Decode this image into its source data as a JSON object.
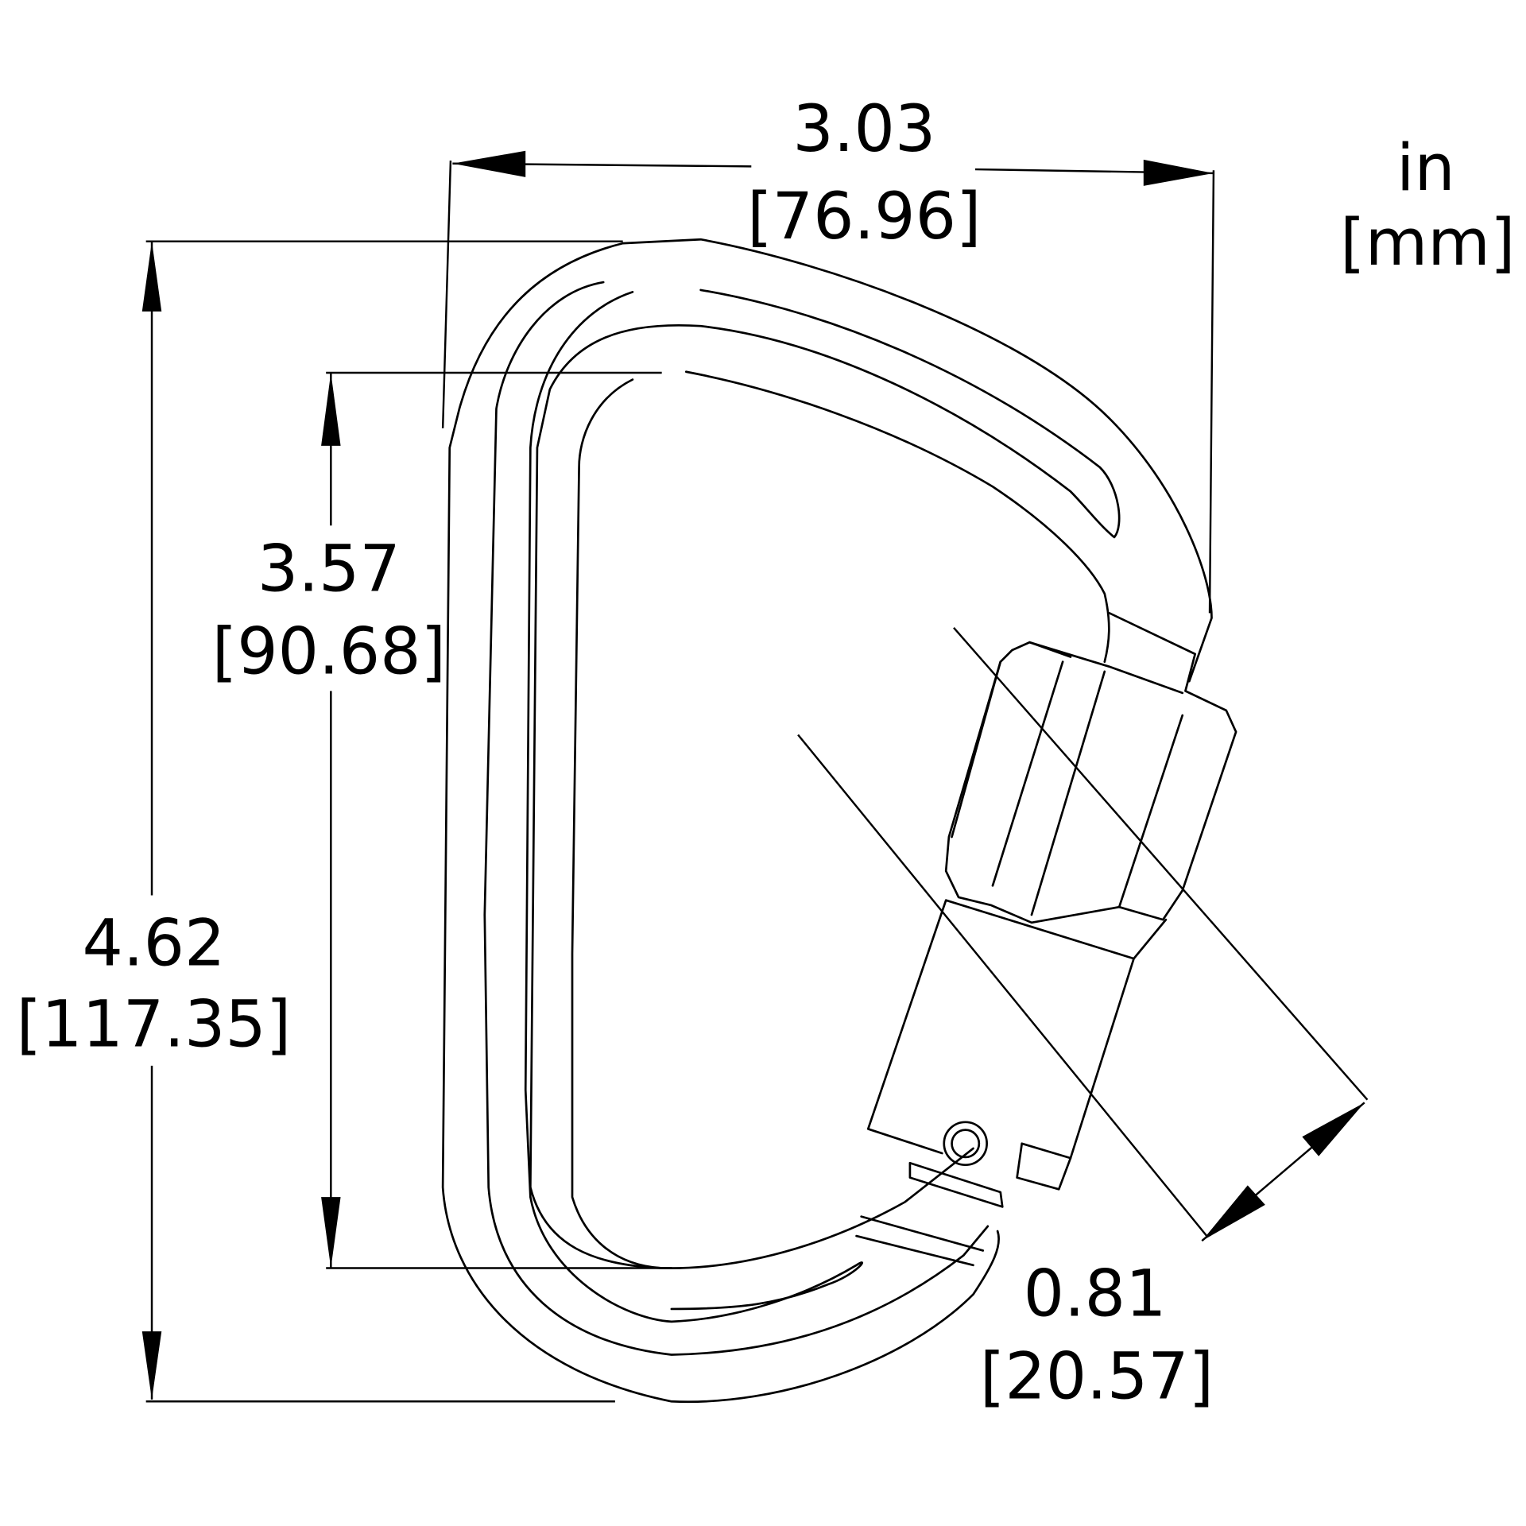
{
  "units": {
    "primary": "in",
    "secondary": "[mm]"
  },
  "dimensions": {
    "width": {
      "in": "3.03",
      "mm": "[76.96]"
    },
    "gate_opening_height": {
      "in": "3.57",
      "mm": "[90.68]"
    },
    "overall_height": {
      "in": "4.62",
      "mm": "[117.35]"
    },
    "gate_clearance": {
      "in": "0.81",
      "mm": "[20.57]"
    }
  }
}
